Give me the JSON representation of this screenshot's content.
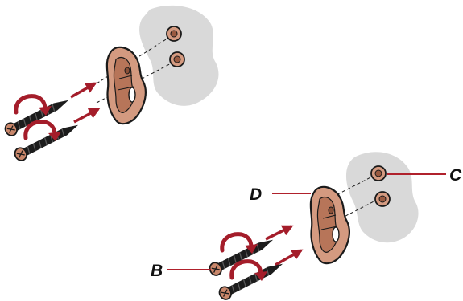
{
  "colors": {
    "wall": "#d9d9d9",
    "part": "#d49a80",
    "part_shade": "#b77559",
    "outline": "#1a1a1a",
    "screw": "#1c1c1c",
    "arrow": "#a41d2a",
    "leader": "#b0212c",
    "background": "#ffffff"
  },
  "icons": {
    "screw": "screw-icon",
    "rotation": "curved-arrow-icon",
    "insert": "straight-arrow-icon"
  },
  "callouts": {
    "B": "B",
    "C": "C",
    "D": "D"
  }
}
